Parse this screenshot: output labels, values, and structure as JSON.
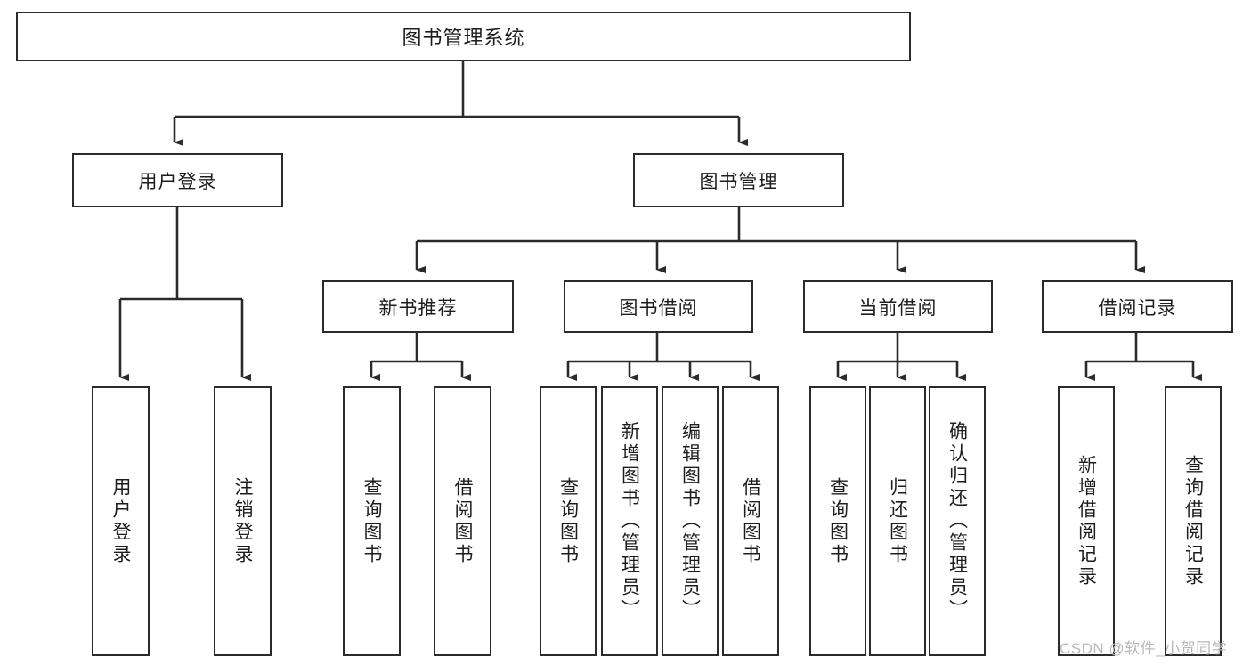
{
  "diagram": {
    "title": "图书管理系统",
    "type": "tree-structure-chart",
    "root": {
      "label": "图书管理系统"
    },
    "level2": [
      {
        "id": "user-login",
        "label": "用户登录"
      },
      {
        "id": "book-manage",
        "label": "图书管理"
      }
    ],
    "level3": [
      {
        "id": "new-book-recommend",
        "label": "新书推荐"
      },
      {
        "id": "book-borrow",
        "label": "图书借阅"
      },
      {
        "id": "current-borrow",
        "label": "当前借阅"
      },
      {
        "id": "borrow-record",
        "label": "借阅记录"
      }
    ],
    "leaves": {
      "user_login": [
        {
          "id": "leaf-user-login",
          "label": "用户登录"
        },
        {
          "id": "leaf-logout-login",
          "label": "注销登录"
        }
      ],
      "new_book_recommend": [
        {
          "id": "leaf-query-book-1",
          "label": "查询图书"
        },
        {
          "id": "leaf-borrow-book-1",
          "label": "借阅图书"
        }
      ],
      "book_borrow": [
        {
          "id": "leaf-query-book-2",
          "label": "查询图书"
        },
        {
          "id": "leaf-add-book",
          "label": "新增图书（管理员）"
        },
        {
          "id": "leaf-edit-book",
          "label": "编辑图书（管理员）"
        },
        {
          "id": "leaf-borrow-book-2",
          "label": "借阅图书"
        }
      ],
      "current_borrow": [
        {
          "id": "leaf-query-book-3",
          "label": "查询图书"
        },
        {
          "id": "leaf-return-book",
          "label": "归还图书"
        },
        {
          "id": "leaf-confirm-return",
          "label": "确认归还（管理员）"
        }
      ],
      "borrow_record": [
        {
          "id": "leaf-add-record",
          "label": "新增借阅记录"
        },
        {
          "id": "leaf-query-record",
          "label": "查询借阅记录"
        }
      ]
    }
  },
  "watermark": {
    "text": "CSDN @软件_小贺同学"
  },
  "colors": {
    "stroke": "#2b2b2b",
    "fill": "#ffffff",
    "text": "#1d1d1d",
    "watermark": "#b9b9b9"
  }
}
